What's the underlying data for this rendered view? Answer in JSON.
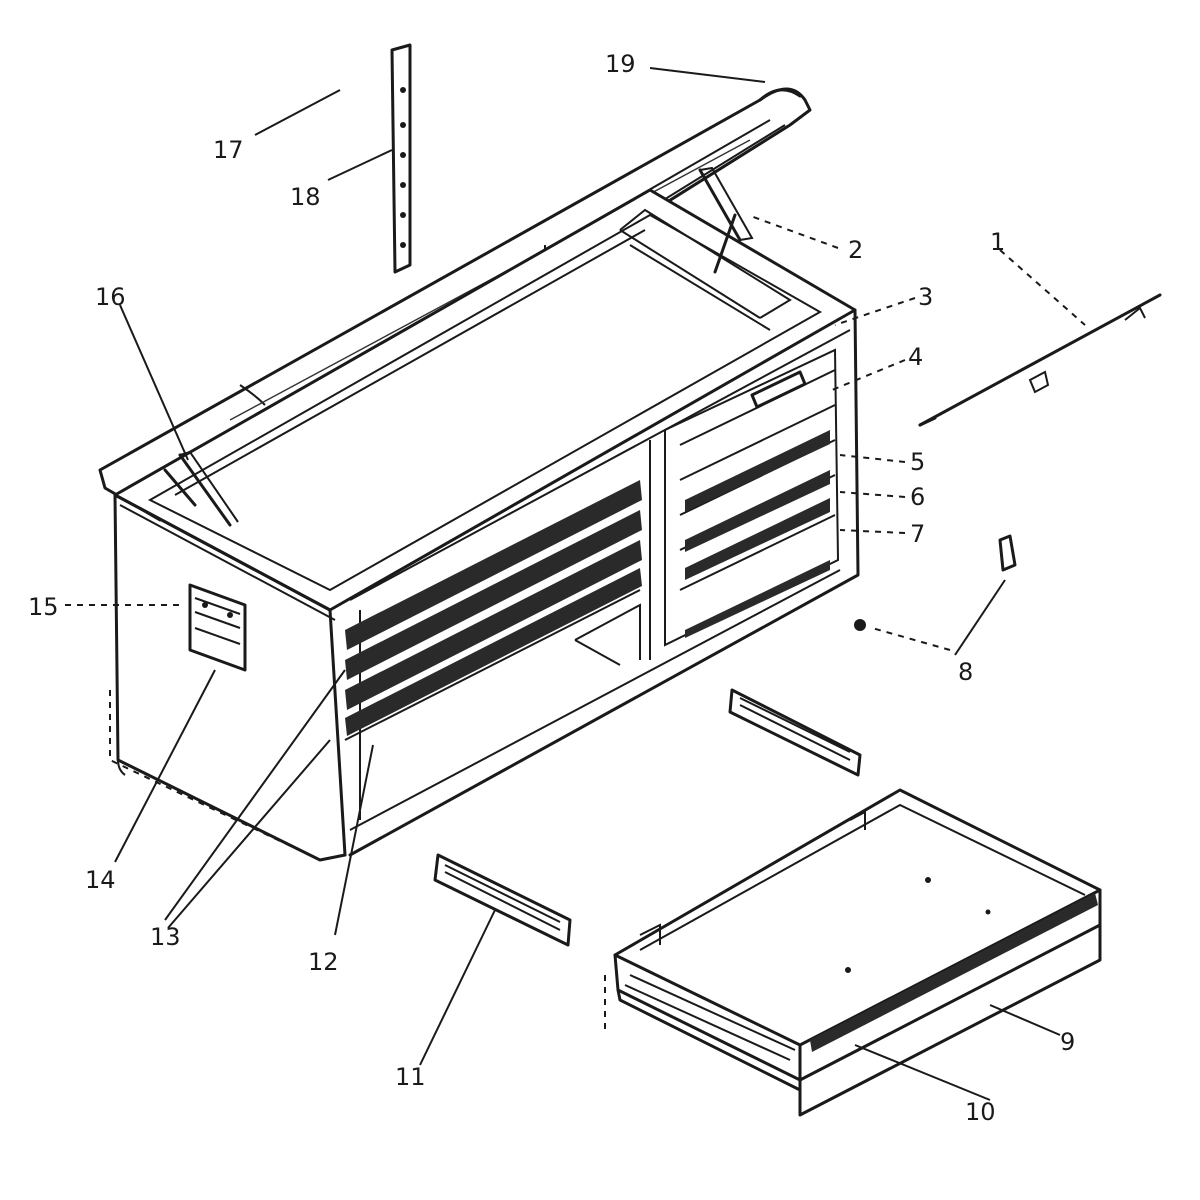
{
  "callouts": [
    {
      "id": "c19",
      "text": "19"
    },
    {
      "id": "c17",
      "text": "17"
    },
    {
      "id": "c18",
      "text": "18"
    },
    {
      "id": "c16",
      "text": "16"
    },
    {
      "id": "c2",
      "text": "2"
    },
    {
      "id": "c3",
      "text": "3"
    },
    {
      "id": "c4",
      "text": "4"
    },
    {
      "id": "c5",
      "text": "5"
    },
    {
      "id": "c6",
      "text": "6"
    },
    {
      "id": "c7",
      "text": "7"
    },
    {
      "id": "c8",
      "text": "8"
    },
    {
      "id": "c15",
      "text": "15"
    },
    {
      "id": "c14",
      "text": "14"
    },
    {
      "id": "c13",
      "text": "13"
    },
    {
      "id": "c12",
      "text": "12"
    },
    {
      "id": "c11",
      "text": "11"
    },
    {
      "id": "c10",
      "text": "10"
    },
    {
      "id": "c9",
      "text": "9"
    },
    {
      "id": "c1",
      "text": "1"
    }
  ]
}
